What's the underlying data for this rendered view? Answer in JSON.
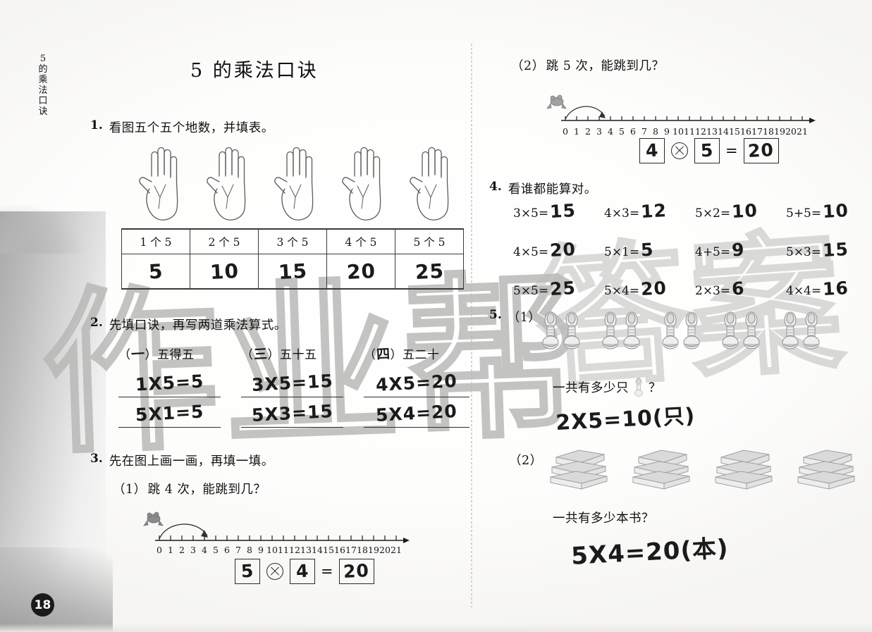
{
  "page": {
    "number": "18",
    "side_label": "5\n的\n乘\n法\n口\n诀",
    "title": "5 的乘法口诀",
    "watermark_left": "作业帮",
    "watermark_right": "答案"
  },
  "q1": {
    "num": "1.",
    "text": "看图五个五个地数，并填表。",
    "hand_count": 5,
    "table": {
      "headers": [
        "1 个 5",
        "2 个 5",
        "3 个 5",
        "4 个 5",
        "5 个 5"
      ],
      "answers": [
        "5",
        "10",
        "15",
        "20",
        "25"
      ]
    }
  },
  "q2": {
    "num": "2.",
    "text": "先填口诀，再写两道乘法算式。",
    "groups": [
      {
        "mnemonic_prefix": "（",
        "mnemonic_blank": "一",
        "mnemonic_suffix": "）五得五",
        "line1": "1X5=5",
        "line2": "5X1=5"
      },
      {
        "mnemonic_prefix": "（",
        "mnemonic_blank": "三",
        "mnemonic_suffix": "）五十五",
        "line1": "3X5=15",
        "line2": "5X3=15"
      },
      {
        "mnemonic_prefix": "（",
        "mnemonic_blank": "四",
        "mnemonic_suffix": "）五二十",
        "line1": "4X5=20",
        "line2": "5X4=20"
      }
    ]
  },
  "q3": {
    "num": "3.",
    "text": "先在图上画一画，再填一填。",
    "parts": [
      {
        "label": "（1）",
        "text": "跳 4 次，能跳到几？",
        "numberline": {
          "min": 0,
          "max": 21,
          "labels": [
            "0",
            "1",
            "2",
            "3",
            "4",
            "5",
            "6",
            "7",
            "8",
            "9",
            "10",
            "11",
            "12",
            "13",
            "14",
            "15",
            "16",
            "17",
            "18",
            "19",
            "20",
            "21"
          ],
          "arc_from": 0,
          "arc_to": 5
        },
        "answer": {
          "a": "5",
          "op": "×",
          "b": "4",
          "eq": "=",
          "result": "20"
        }
      },
      {
        "label": "（2）",
        "text": "跳 5 次，能跳到几？",
        "numberline": {
          "min": 0,
          "max": 21,
          "labels": [
            "0",
            "1",
            "2",
            "3",
            "4",
            "5",
            "6",
            "7",
            "8",
            "9",
            "10",
            "11",
            "12",
            "13",
            "14",
            "15",
            "16",
            "17",
            "18",
            "19",
            "20",
            "21"
          ],
          "arc_from": 0,
          "arc_to": 4
        },
        "answer": {
          "a": "4",
          "op": "×",
          "b": "5",
          "eq": "=",
          "result": "20"
        }
      }
    ]
  },
  "q4": {
    "num": "4.",
    "text": "看谁都能算对。",
    "rows": [
      [
        {
          "expr": "3×5=",
          "answer": "15"
        },
        {
          "expr": "4×3=",
          "answer": "12"
        },
        {
          "expr": "5×2=",
          "answer": "10"
        },
        {
          "expr": "5+5=",
          "answer": "10"
        }
      ],
      [
        {
          "expr": "4×5=",
          "answer": "20"
        },
        {
          "expr": "5×1=",
          "answer": "5"
        },
        {
          "expr": "4+5=",
          "answer": "9"
        },
        {
          "expr": "5×3=",
          "answer": "15"
        }
      ],
      [
        {
          "expr": "5×5=",
          "answer": "25"
        },
        {
          "expr": "5×4=",
          "answer": "20"
        },
        {
          "expr": "2×3=",
          "answer": "6"
        },
        {
          "expr": "4×4=",
          "answer": "16"
        }
      ]
    ]
  },
  "q5": {
    "num": "5.",
    "parts": [
      {
        "label": "（1）",
        "pairs_of_shoes": 5,
        "question_prefix": "一共有多少只",
        "question_icon": "shoe-icon",
        "question_suffix": "？",
        "answer": "2X5=10(只)"
      },
      {
        "label": "（2）",
        "book_stacks": 4,
        "books_per_stack": 5,
        "question": "一共有多少本书？",
        "answer": "5X4=20(本)"
      }
    ]
  }
}
